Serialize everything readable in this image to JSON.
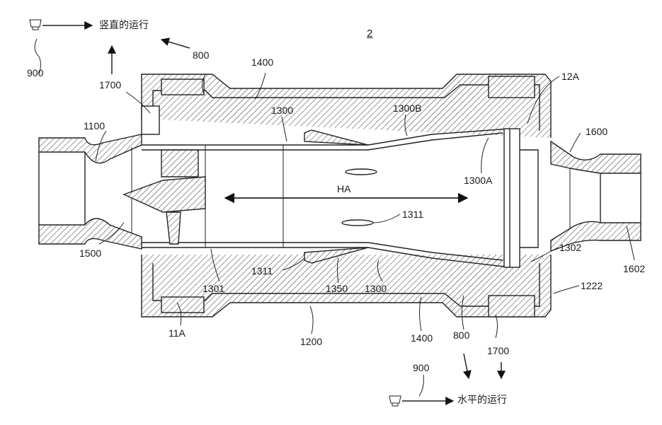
{
  "figure_number": "2",
  "captions": {
    "vertical_run": "竖直的运行",
    "horizontal_run": "水平的运行"
  },
  "labels": {
    "l900_top": "900",
    "l1700_top": "1700",
    "l800_top": "800",
    "l1400_top": "1400",
    "l1100": "1100",
    "l1300_top": "1300",
    "l1300b": "1300B",
    "l12a": "12A",
    "l1600": "1600",
    "l1300a": "1300A",
    "ha": "HA",
    "l1311_right": "1311",
    "l1500": "1500",
    "l1311_left": "1311",
    "l1301": "1301",
    "l1350": "1350",
    "l1300_bottom": "1300",
    "l1302": "1302",
    "l1602": "1602",
    "l1222": "1222",
    "l11a": "11A",
    "l1200": "1200",
    "l1400_bottom": "1400",
    "l800_bottom": "800",
    "l1700_bottom": "1700",
    "l900_bottom": "900"
  }
}
